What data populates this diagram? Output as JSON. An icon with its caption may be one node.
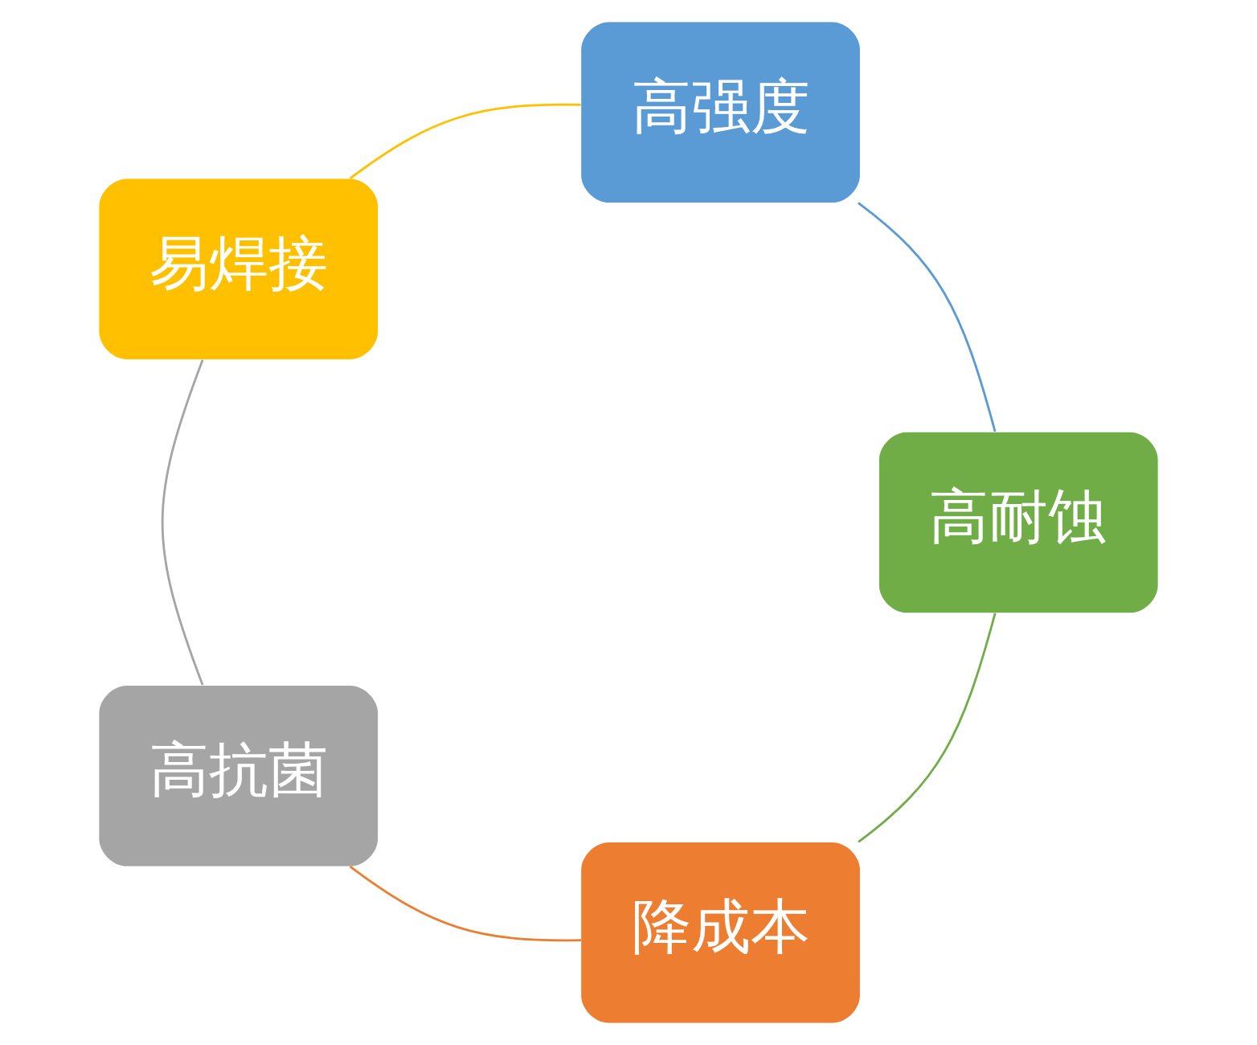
{
  "diagram": {
    "nodes": [
      {
        "text": [
          "降成本"
        ]
      },
      {
        "text": [
          "高耐蚀"
        ]
      },
      {
        "text": [
          "高抗菌"
        ]
      },
      {
        "text": [
          "高强度"
        ]
      },
      {
        "text": [
          "易焊接"
        ]
      }
    ],
    "edges": [
      {
        "from": 0,
        "to": 2,
        "arrow": "none",
        "color": "#ed7d31"
      },
      {
        "from": 2,
        "to": 4,
        "arrow": "none",
        "color": "#a5a5a5"
      },
      {
        "from": 4,
        "to": 3,
        "arrow": "none",
        "color": "#ffc000"
      },
      {
        "from": 3,
        "to": 1,
        "arrow": "none",
        "color": "#5b9bd5"
      },
      {
        "from": 1,
        "to": 0,
        "arrow": "none",
        "color": "#70ad47"
      }
    ]
  }
}
